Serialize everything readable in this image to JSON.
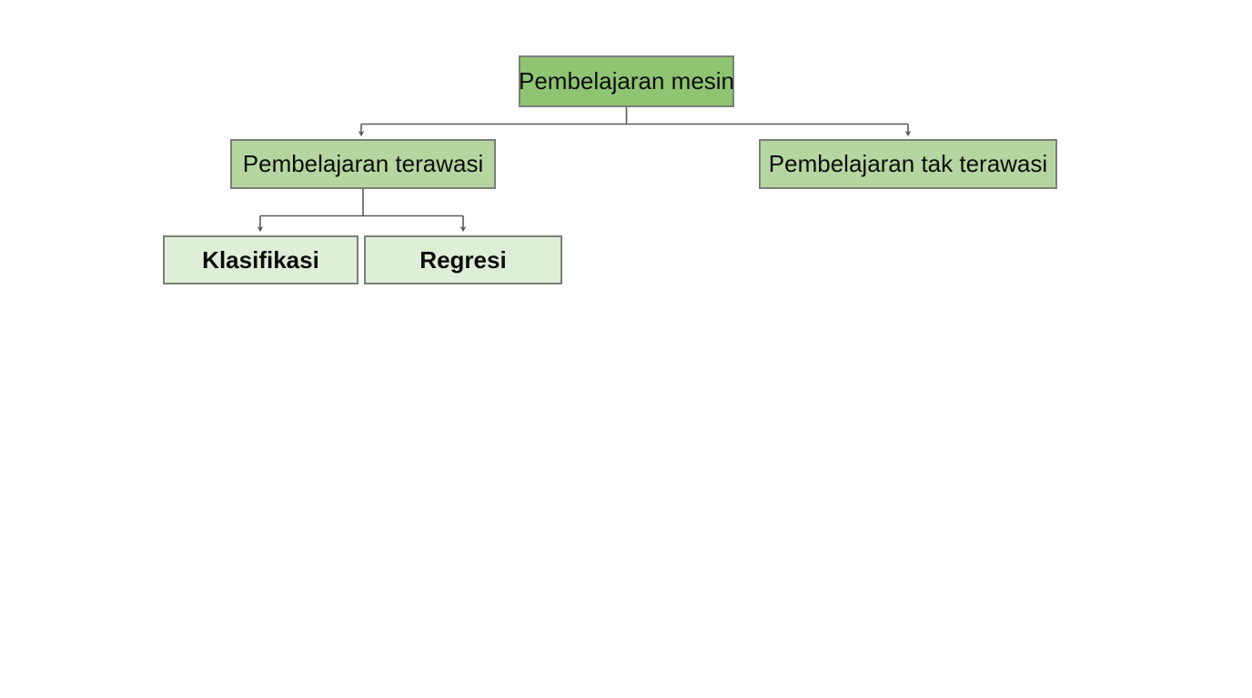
{
  "diagram": {
    "title": "Pembelajaran mesin",
    "type": "tree",
    "background_color": "#ffffff",
    "nodes": {
      "root": {
        "label": "Pembelajaran mesin",
        "level": 0,
        "fill_color": "#8fc473",
        "border_color": "#7a7f77",
        "text_color": "#0d0d0d",
        "bold": false
      },
      "supervised": {
        "label": "Pembelajaran terawasi",
        "level": 1,
        "fill_color": "#b5d6a0",
        "border_color": "#7a7f77",
        "text_color": "#0d0d0d",
        "bold": false
      },
      "unsupervised": {
        "label": "Pembelajaran tak terawasi",
        "level": 1,
        "fill_color": "#b5d6a0",
        "border_color": "#7a7f77",
        "text_color": "#0d0d0d",
        "bold": false
      },
      "classification": {
        "label": "Klasifikasi",
        "level": 2,
        "fill_color": "#dfeed7",
        "border_color": "#7a7f77",
        "text_color": "#0d0d0d",
        "bold": true
      },
      "regression": {
        "label": "Regresi",
        "level": 2,
        "fill_color": "#dfeed7",
        "border_color": "#7a7f77",
        "text_color": "#0d0d0d",
        "bold": true
      }
    },
    "edges": [
      {
        "from": "root",
        "to": "supervised",
        "style": "orthogonal-elbow",
        "arrow": "end",
        "color": "#595959"
      },
      {
        "from": "root",
        "to": "unsupervised",
        "style": "orthogonal-elbow",
        "arrow": "end",
        "color": "#595959"
      },
      {
        "from": "supervised",
        "to": "classification",
        "style": "orthogonal-elbow",
        "arrow": "end",
        "color": "#595959"
      },
      {
        "from": "supervised",
        "to": "regression",
        "style": "orthogonal-elbow",
        "arrow": "end",
        "color": "#595959"
      }
    ]
  }
}
